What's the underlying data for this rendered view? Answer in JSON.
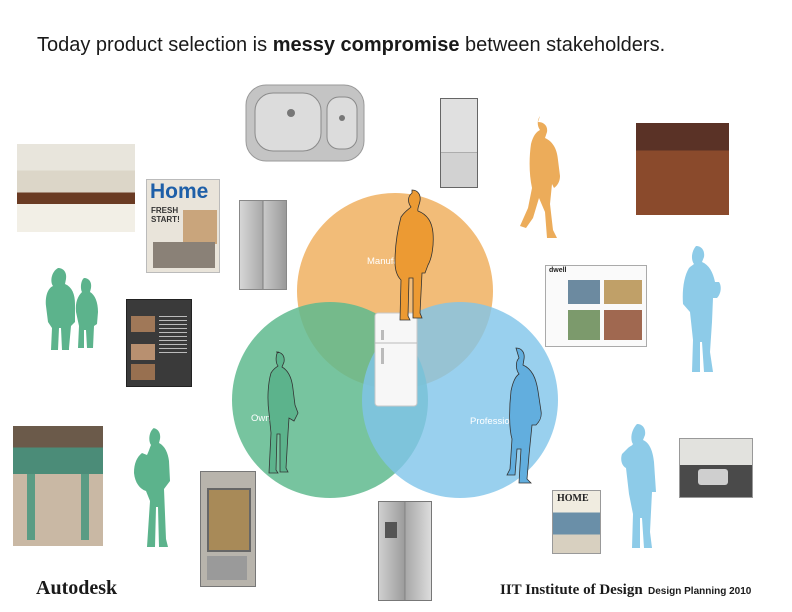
{
  "title": {
    "prefix": "Today product selection is ",
    "emphasis": "messy compromise",
    "suffix": " between stakeholders."
  },
  "venn": {
    "circles": [
      {
        "label": "Manufacturer",
        "color": "#f0b060"
      },
      {
        "label": "Owner",
        "color": "#5fba8e"
      },
      {
        "label": "Professional",
        "color": "#7fc4ea"
      }
    ]
  },
  "thumbnails": {
    "magazine_home": {
      "masthead": "Home",
      "cover_line": "FRESH START!"
    },
    "dwell": {
      "masthead": "dwell"
    },
    "home_book": {
      "masthead": "HOME"
    }
  },
  "footer": {
    "brand": "Autodesk",
    "institute": "IIT Institute of Design",
    "event": "Design Planning 2010"
  },
  "colors": {
    "manufacturer": "#ecac5a",
    "owner": "#5cb38c",
    "professional": "#8dcbe8"
  }
}
